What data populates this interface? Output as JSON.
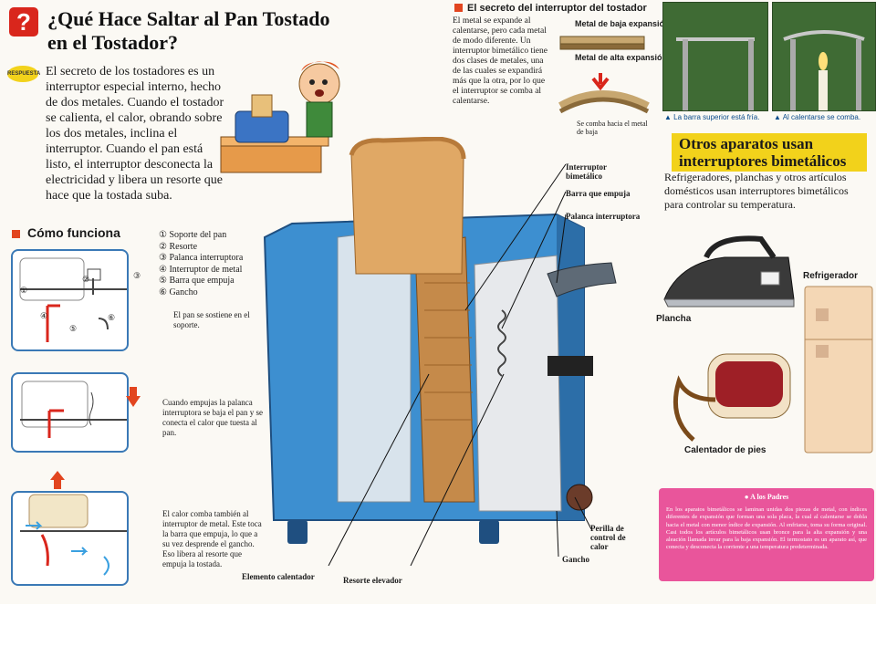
{
  "header": {
    "badge": "?",
    "title_line1": "¿Qué Hace Saltar al Pan Tostado",
    "title_line2": "en el Tostador?",
    "respuesta": "RESPUESTA"
  },
  "intro": "El secreto de los tostadores es un interruptor especial interno, hecho de dos metales. Cuando el tostador se calienta, el calor, obrando sobre los dos metales, inclina el interruptor. Cuando el pan está listo, el interruptor desconecta la electricidad y libera un resorte que hace que la tostada suba.",
  "como_funciona": {
    "heading": "Cómo funciona",
    "legend": [
      "① Soporte del pan",
      "② Resorte",
      "③ Palanca interruptora",
      "④ Interruptor de metal",
      "⑤ Barra que empuja",
      "⑥ Gancho"
    ],
    "diagram_numbers": [
      "①",
      "②",
      "③",
      "④",
      "⑤",
      "⑥"
    ],
    "captions": [
      "El pan se sostiene en el soporte.",
      "Cuando empujas la palanca interruptora se baja el pan y se conecta el calor que tuesta al pan.",
      "El calor comba también al interruptor de metal. Este toca la barra que empuja, lo que a su vez desprende el gancho. Eso libera al resorte que empuja la tostada."
    ]
  },
  "secreto": {
    "heading": "El secreto del interruptor del tostador",
    "text": "El metal se expande al calentarse, pero cada metal de modo diferente. Un interruptor bimetálico tiene dos clases de metales, una de las cuales se expandirá más que la otra, por lo que el interruptor se comba al calentarse.",
    "label_low": "Metal de baja expansión",
    "label_high": "Metal de alta expansión",
    "label_bend": "Se comba hacia el metal de baja"
  },
  "photos": {
    "caption_left": "▲ La barra superior está fría.",
    "caption_right": "▲ Al calentarse se comba."
  },
  "otros": {
    "heading_line1": "Otros aparatos usan",
    "heading_line2": "interruptores bimetálicos",
    "text": "Refrigeradores, planchas y otros artículos domésticos usan interruptores bimetálicos para controlar su temperatura.",
    "plancha": "Plancha",
    "refrigerador": "Refrigerador",
    "calentador": "Calentador de pies"
  },
  "padres": {
    "heading": "● A los Padres",
    "text": "En los aparatos bimetálicos se laminan unidas dos piezas de metal, con índices diferentes de expansión que forman una sola placa, la cual al calentarse se dobla hacia el metal con menor índice de expansión. Al enfriarse, toma su forma original. Casi todos los artículos bimetálicos usan bronce para la alta expansión y una aleación llamada invar para la baja expansión. El termostato es un aparato así, que conecta y desconecta la corriente a una temperatura predeterminada."
  },
  "toaster_labels": {
    "interruptor": "Interruptor bimetálico",
    "barra": "Barra que empuja",
    "palanca": "Palanca interruptora",
    "perilla": "Perilla de control de calor",
    "gancho": "Gancho",
    "elemento": "Elemento calentador",
    "resorte": "Resorte elevador"
  },
  "colors": {
    "accent_red": "#d9261c",
    "diagram_blue": "#3a79b6",
    "highlight_yellow": "#f2d21b",
    "padres_pink": "#e9559b",
    "toaster_blue": "#3d8fd0"
  }
}
